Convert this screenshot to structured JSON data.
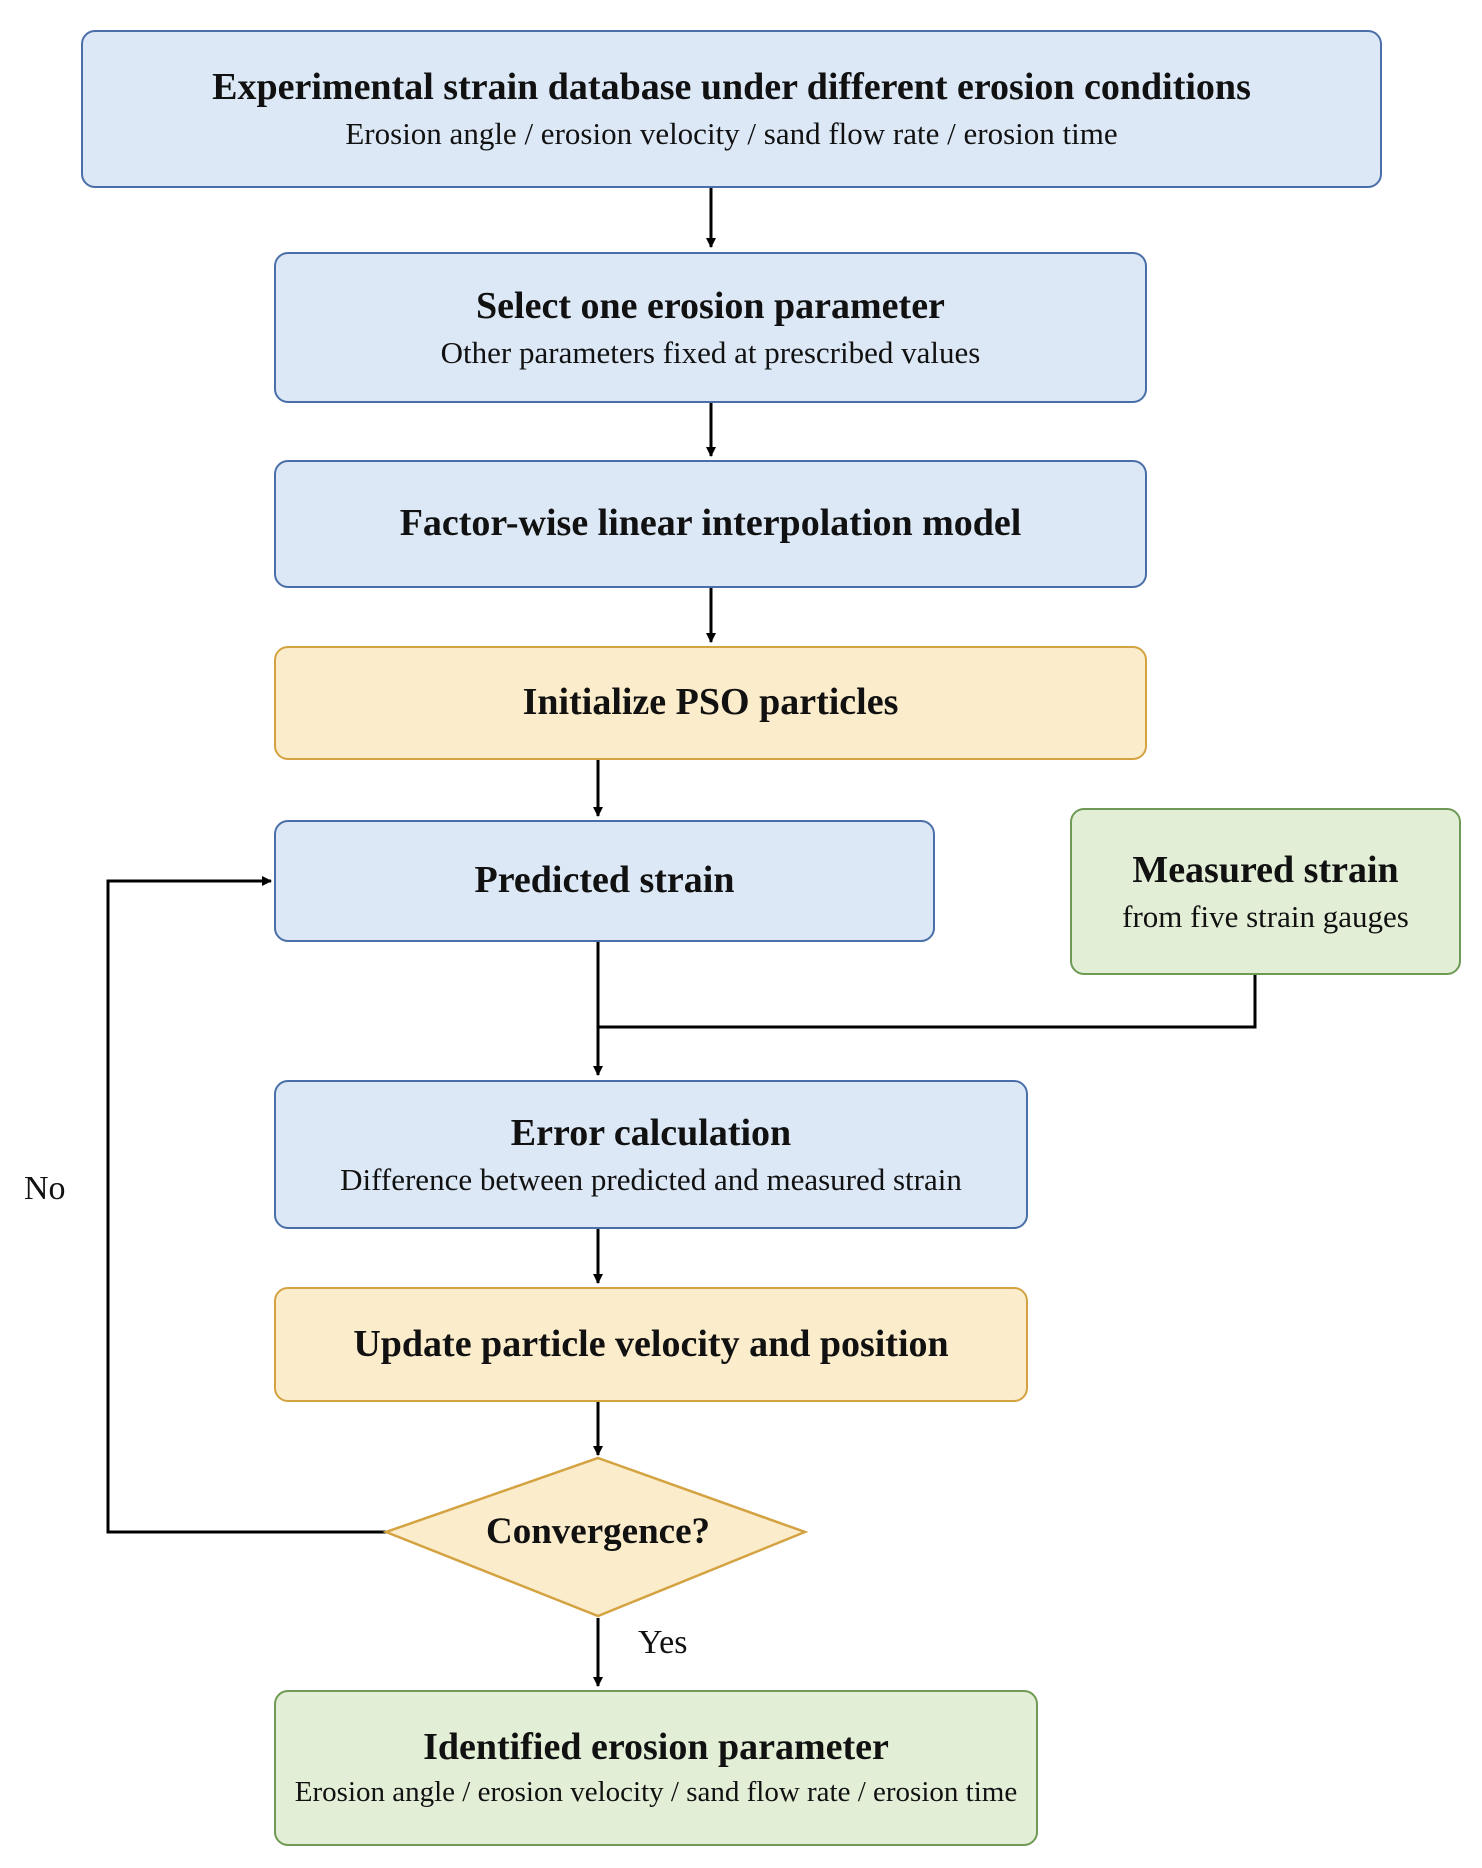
{
  "nodes": {
    "database": {
      "title": "Experimental strain database under different erosion conditions",
      "subtitle": "Erosion angle / erosion velocity / sand flow rate / erosion time"
    },
    "select_param": {
      "title": "Select one erosion parameter",
      "subtitle": "Other parameters fixed at prescribed values"
    },
    "interp_model": {
      "title": "Factor-wise linear interpolation model"
    },
    "init_pso": {
      "title": "Initialize PSO particles"
    },
    "predicted": {
      "title": "Predicted strain"
    },
    "measured": {
      "title": "Measured strain",
      "subtitle": "from five strain gauges"
    },
    "error": {
      "title": "Error calculation",
      "subtitle": "Difference between predicted and measured strain"
    },
    "update": {
      "title": "Update particle velocity and position"
    },
    "convergence": {
      "title": "Convergence?"
    },
    "identified": {
      "title": "Identified erosion parameter",
      "subtitle": "Erosion angle / erosion velocity / sand flow rate / erosion time"
    }
  },
  "edge_labels": {
    "no": "No",
    "yes": "Yes"
  },
  "colors": {
    "blue_fill": "#dce8f6",
    "blue_border": "#4a6fa8",
    "yellow_fill": "#fbeccb",
    "yellow_border": "#d4a241",
    "green_fill": "#e3eed7",
    "green_border": "#6f9a55",
    "arrow": "#000000"
  }
}
